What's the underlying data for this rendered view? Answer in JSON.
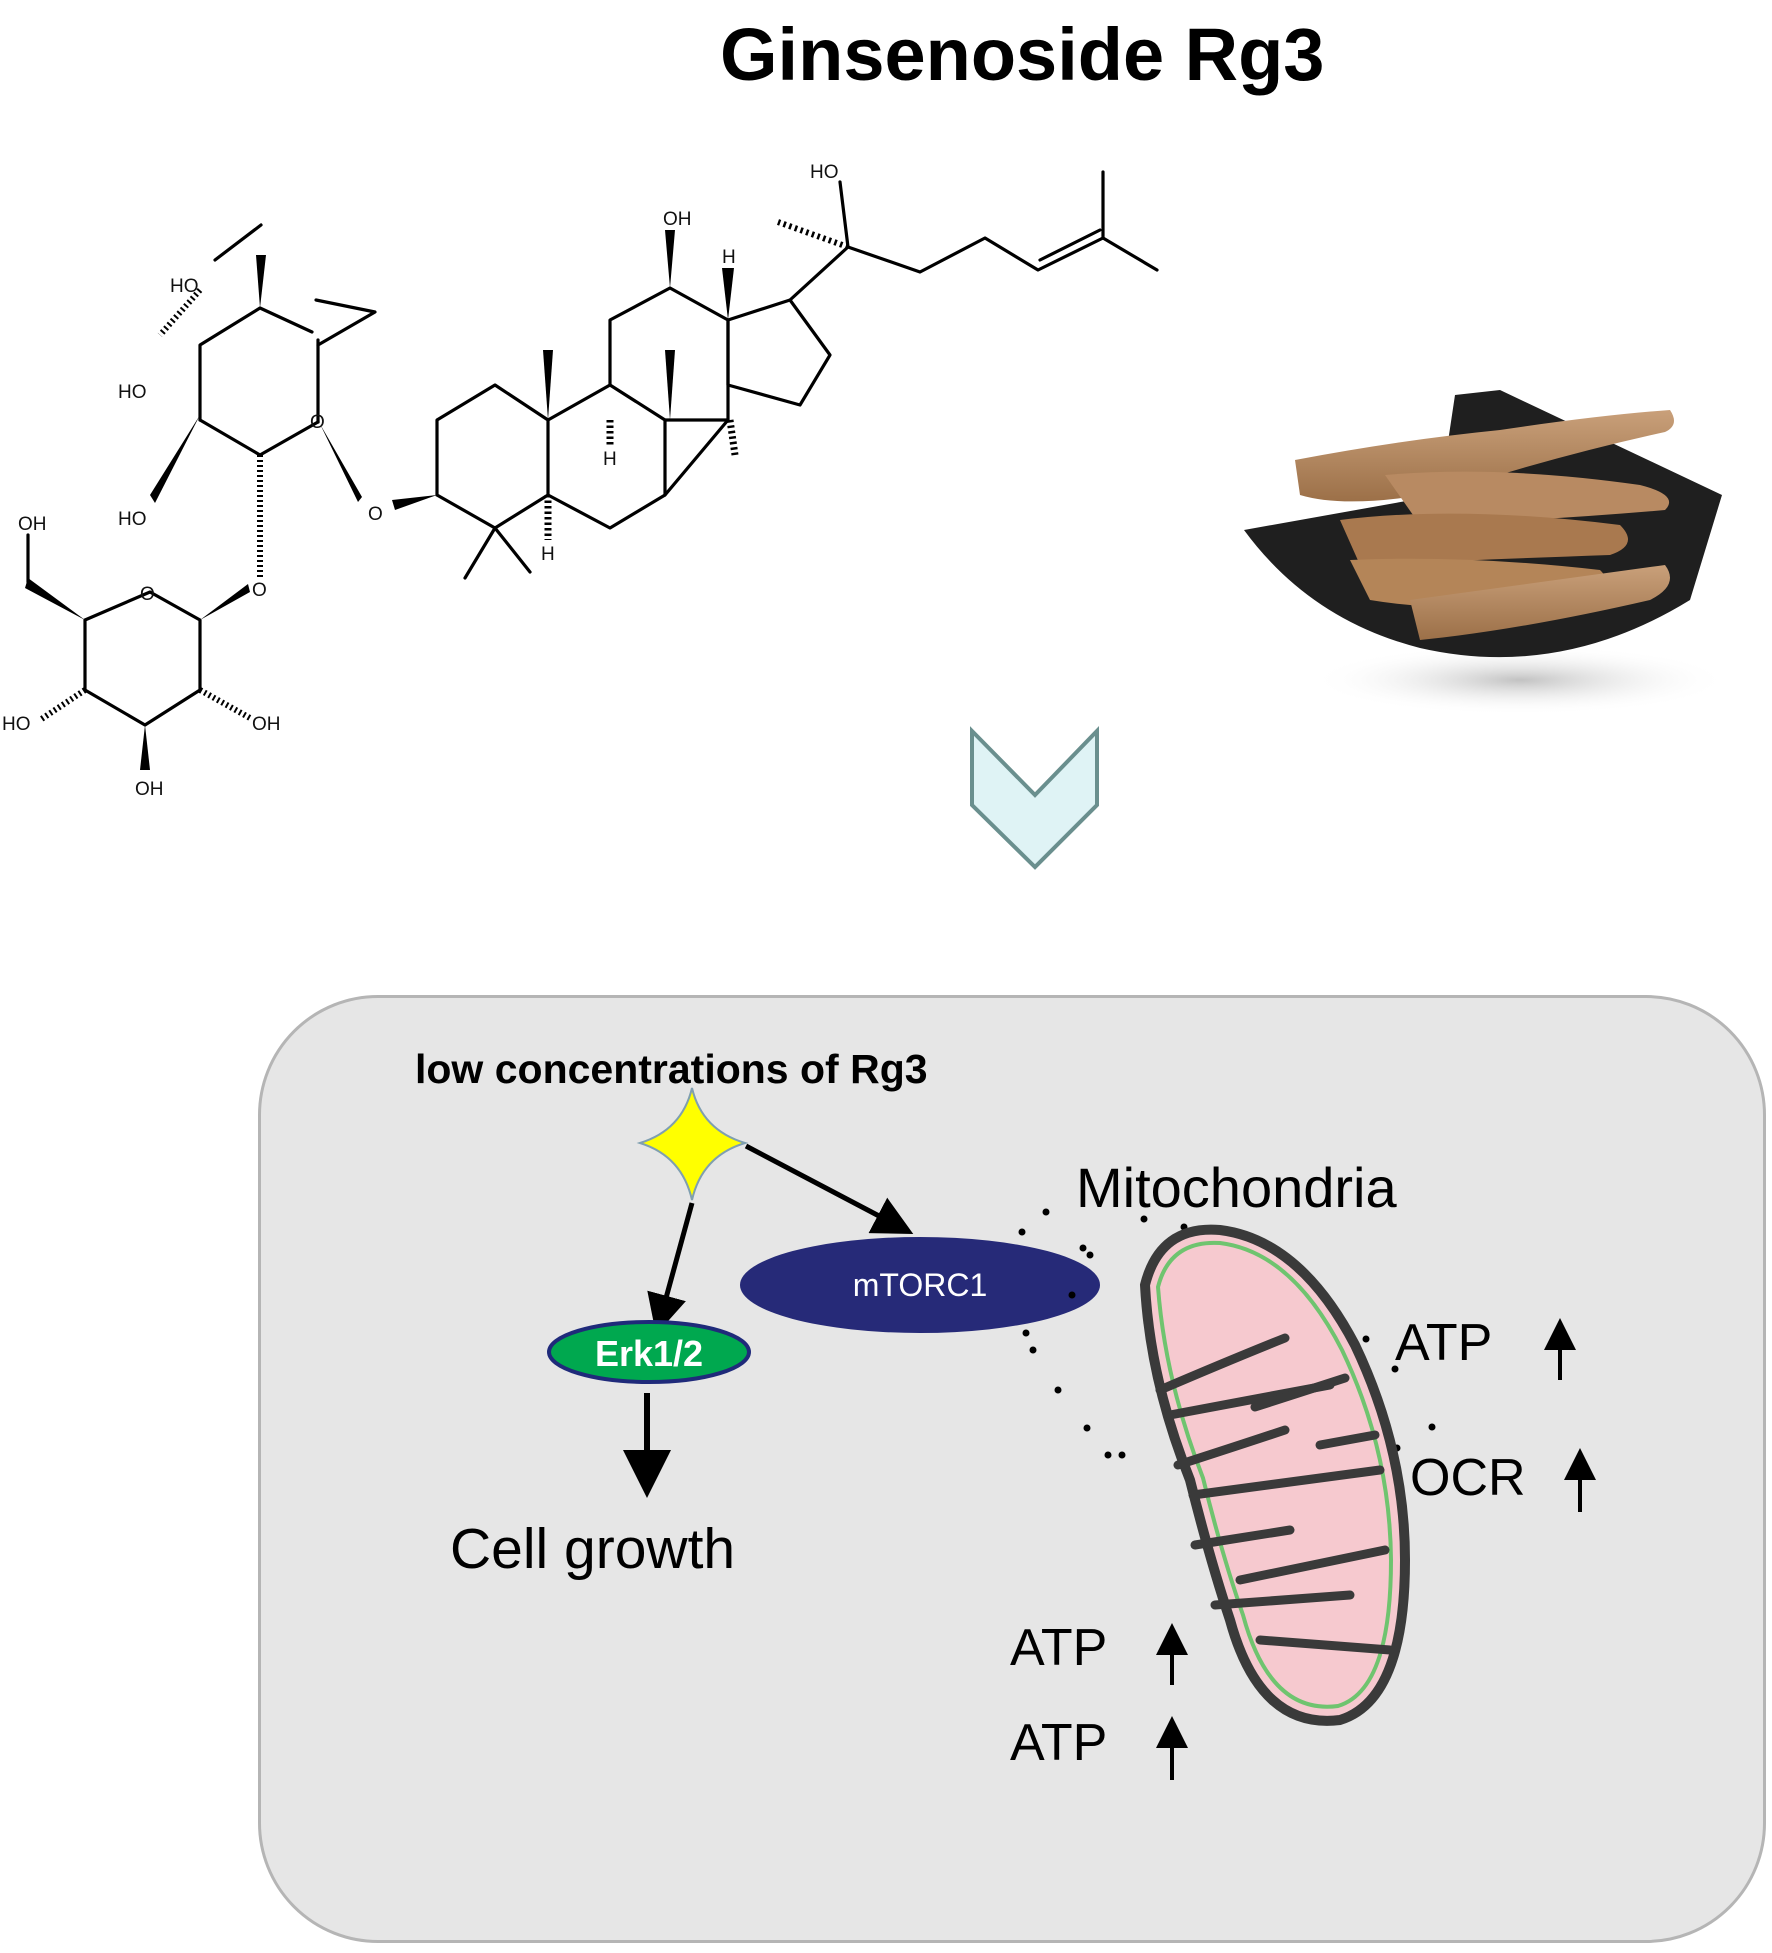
{
  "title": "Ginsenoside Rg3",
  "structure": {
    "name": "ginsenoside-rg3-structure",
    "atom_labels": {
      "ho_top_side_chain": "HO",
      "oh_c12": "OH",
      "h_c13": "H",
      "h_c9": "H",
      "h_c5": "H",
      "ho_glc1_c6": "HO",
      "ho_glc1_c4": "HO",
      "ho_glc1_c3": "HO",
      "o_ring_glc1": "O",
      "o_glycosidic_aglycone": "O",
      "o_glycosidic_inter": "O",
      "o_ring_glc2": "O",
      "oh_glc2_c6": "OH",
      "ho_glc2_c4": "HO",
      "oh_glc2_c2": "OH",
      "oh_glc2_c3": "OH"
    }
  },
  "photo": {
    "subject": "dried ginseng roots on black plate"
  },
  "flow_arrow": {
    "icon": "chevron-down-icon",
    "fill": "#dff3f5",
    "stroke": "#6a8f8e"
  },
  "mechanism": {
    "background": "#e6e6e6",
    "ligand_label": "low concentrations of Rg3",
    "ligand_icon": "four-point-star-icon",
    "ligand_color": "#ffff00",
    "nodes": [
      {
        "id": "erk",
        "label": "Erk1/2",
        "fill": "#00a84f",
        "stroke": "#1f2a7a"
      },
      {
        "id": "mtorc1",
        "label": "mTORC1",
        "fill": "#262a78",
        "stroke": "#262a78"
      }
    ],
    "outcome_label": "Cell growth",
    "organelle_label": "Mitochondria",
    "mito_colors": {
      "matrix": "#f6c9cf",
      "membrane": "#3a3a3a",
      "intermembrane": "#6fc46f"
    },
    "readouts": [
      {
        "label": "ATP",
        "direction": "up"
      },
      {
        "label": "OCR",
        "direction": "up"
      },
      {
        "label": "ATP",
        "direction": "up"
      },
      {
        "label": "ATP",
        "direction": "up"
      }
    ]
  }
}
